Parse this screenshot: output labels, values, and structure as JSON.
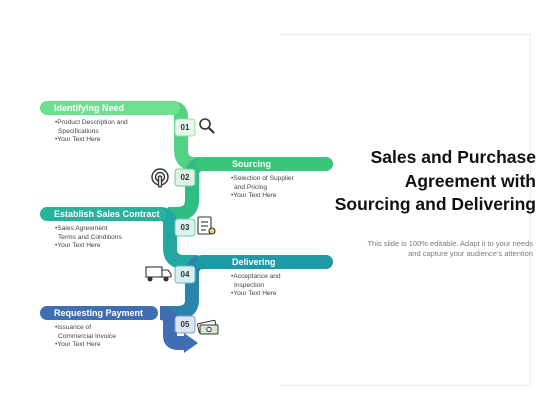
{
  "title": {
    "line1": "Sales and Purchase",
    "line2": "Agreement with",
    "line3": "Sourcing and Delivering"
  },
  "description": {
    "line1": "This slide is 100% editable. Adapt it to your needs",
    "line2": "and capture your audience's attention"
  },
  "steps": [
    {
      "number": "01",
      "label": "Identifying Need",
      "icon": "magnifier-icon",
      "color": "#6fe08f",
      "bullets": [
        "•Product Description and",
        "Specifications",
        "•Your Text Here"
      ]
    },
    {
      "number": "02",
      "label": "Sourcing",
      "icon": "touch-hand-icon",
      "color": "#39c67a",
      "bullets": [
        "•Selection of Supplier",
        "and Pricing",
        "•Your Text Here"
      ]
    },
    {
      "number": "03",
      "label": "Establish Sales Contract",
      "icon": "contract-document-icon",
      "color": "#25b49b",
      "bullets": [
        "•Sales Agreement",
        "Terms and Conditions",
        "•Your Text Here"
      ]
    },
    {
      "number": "04",
      "label": "Delivering",
      "icon": "delivery-truck-icon",
      "color": "#1e9aa6",
      "bullets": [
        "•Acceptance and",
        "Inspection",
        "•Your Text Here"
      ]
    },
    {
      "number": "05",
      "label": "Requesting Payment",
      "icon": "payment-cash-icon",
      "color": "#3f6fb2",
      "bullets": [
        "•Issuance of",
        "Commercial Invoice",
        "•Your Text Here"
      ]
    }
  ]
}
